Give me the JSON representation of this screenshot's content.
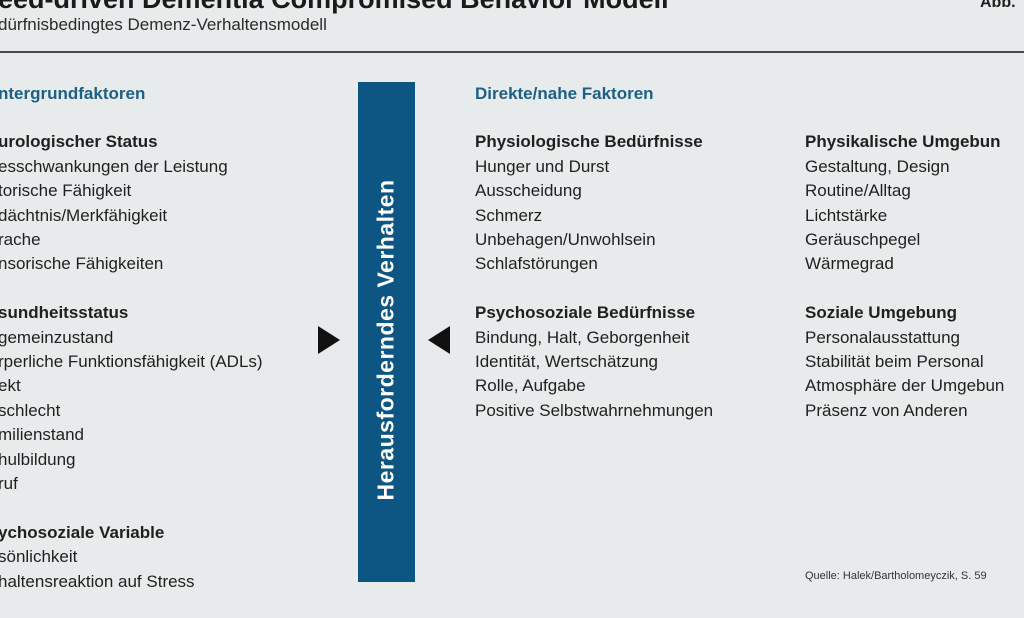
{
  "header": {
    "title": "eed-driven Dementia Compromised Behavior Modell",
    "figure_label": "Abb.",
    "subtitle": "dürfnisbedingtes Demenz-Verhaltensmodell"
  },
  "center": {
    "label": "Herausforderndes Verhalten",
    "bar_color": "#0d5683"
  },
  "left": {
    "heading": "ntergrundfaktoren",
    "groups": [
      {
        "title": "urologischer Status",
        "items": [
          "esschwankungen der Leistung",
          "torische Fähigkeit",
          "dächtnis/Merkfähigkeit",
          "rache",
          "nsorische Fähigkeiten"
        ]
      },
      {
        "title": "sundheitsstatus",
        "items": [
          "gemeinzustand",
          "rperliche Funktionsfähigkeit (ADLs)",
          "ekt",
          "schlecht",
          "milienstand",
          "hulbildung",
          "ruf"
        ]
      },
      {
        "title": "ychosoziale Variable",
        "items": [
          "sönlichkeit",
          "haltensreaktion auf Stress"
        ]
      }
    ]
  },
  "middle": {
    "heading": "Direkte/nahe Faktoren",
    "groups": [
      {
        "title": "Physiologische Bedürfnisse",
        "items": [
          "Hunger und Durst",
          "Ausscheidung",
          "Schmerz",
          "Unbehagen/Unwohlsein",
          "Schlafstörungen"
        ]
      },
      {
        "title": "Psychosoziale Bedürfnisse",
        "items": [
          "Bindung, Halt, Geborgenheit",
          "Identität, Wertschätzung",
          "Rolle, Aufgabe",
          "Positive Selbstwahrnehmungen"
        ]
      }
    ]
  },
  "right": {
    "groups": [
      {
        "title": "Physikalische Umgebun",
        "items": [
          "Gestaltung, Design",
          "Routine/Alltag",
          "Lichtstärke",
          "Geräuschpegel",
          "Wärmegrad"
        ]
      },
      {
        "title": "Soziale Umgebung",
        "items": [
          "Personalausstattung",
          "Stabilität beim Personal",
          "Atmosphäre der Umgebun",
          "Präsenz von Anderen"
        ]
      }
    ]
  },
  "footer": {
    "source": "Quelle: Halek/Bartholomeyczik, S. 59"
  }
}
